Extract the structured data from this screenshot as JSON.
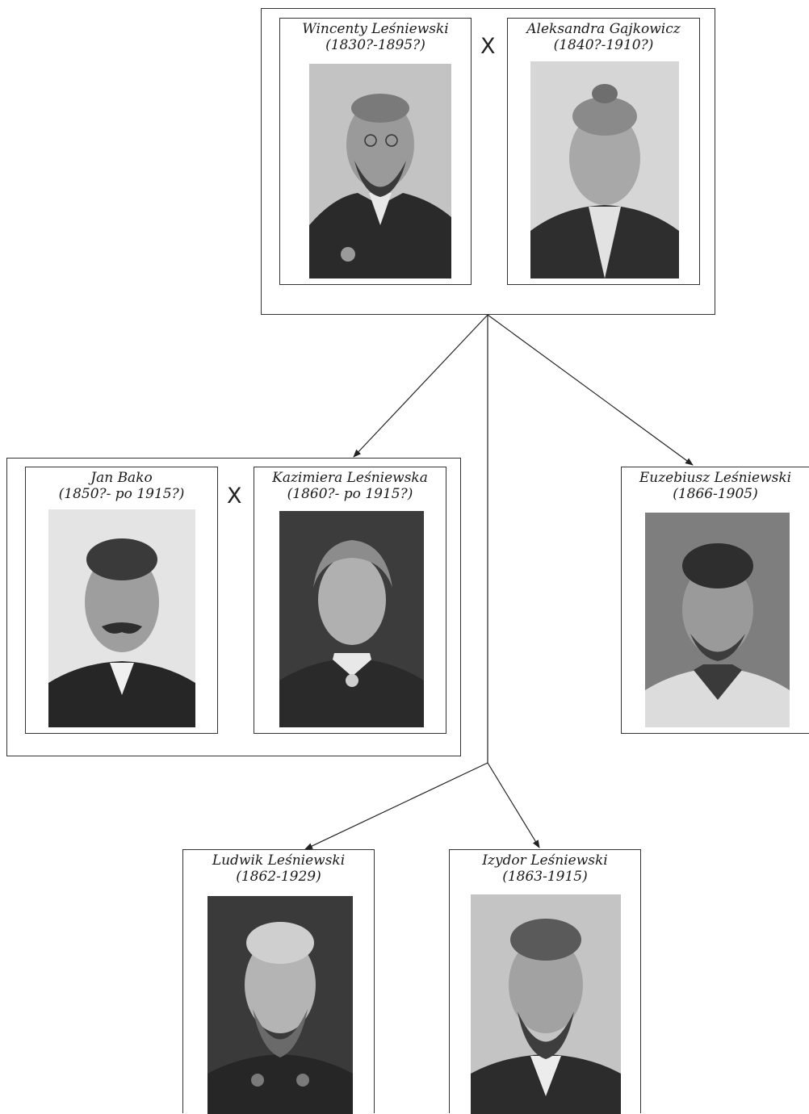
{
  "tree": {
    "parents": {
      "father": {
        "name": "Wincenty Leśniewski",
        "dates": "(1830?-1895?)"
      },
      "mother": {
        "name": "Aleksandra Gajkowicz",
        "dates": "(1840?-1910?)"
      },
      "marriage_symbol": "X"
    },
    "daughter_couple": {
      "husband": {
        "name": "Jan Bako",
        "dates": "(1850?- po 1915?)"
      },
      "wife": {
        "name": "Kazimiera Leśniewska",
        "dates": "(1860?- po 1915?)"
      },
      "marriage_symbol": "X"
    },
    "children": [
      {
        "name": "Euzebiusz Leśniewski",
        "dates": "(1866-1905)"
      },
      {
        "name": "Ludwik Leśniewski",
        "dates": "(1862-1929)"
      },
      {
        "name": "Izydor Leśniewski",
        "dates": "(1863-1915)"
      }
    ]
  },
  "colors": {
    "line": "#222222",
    "photo_dark": "#2b2b2b",
    "photo_mid": "#8a8a8a",
    "photo_light": "#d9d9d9"
  }
}
